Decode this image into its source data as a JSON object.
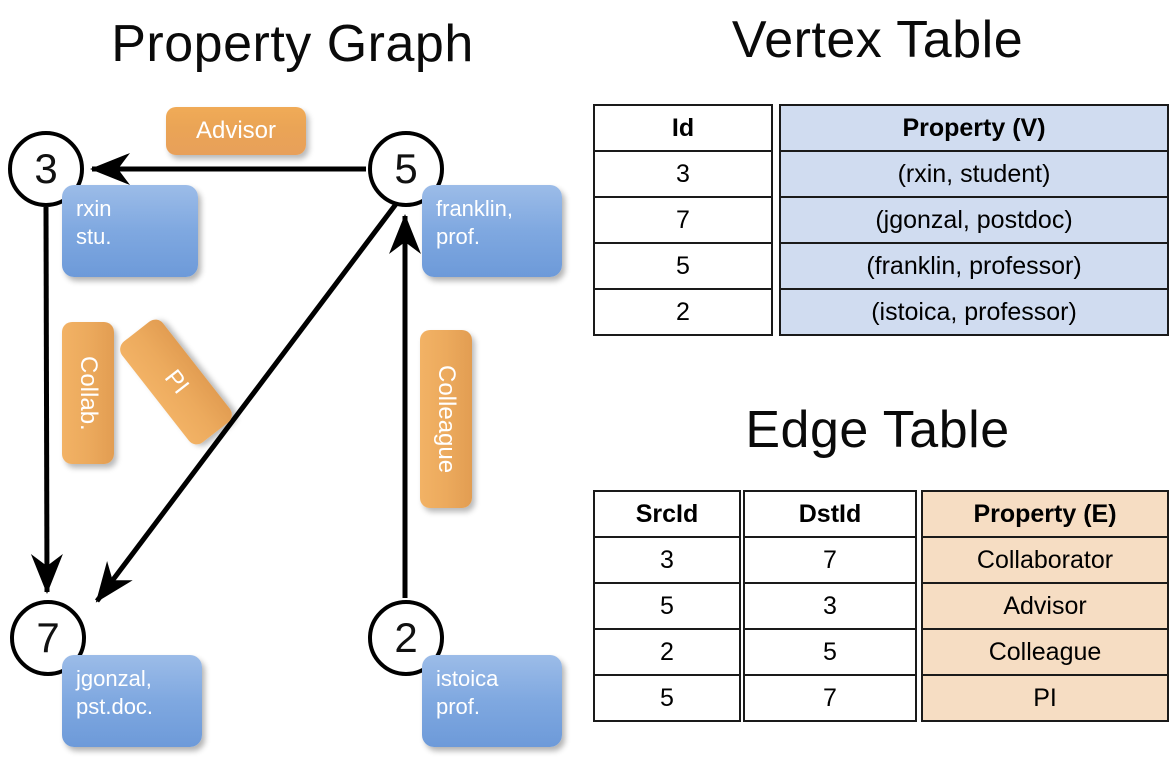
{
  "titles": {
    "property_graph": "Property Graph",
    "vertex_table": "Vertex Table",
    "edge_table": "Edge Table"
  },
  "graph": {
    "vertices": [
      {
        "id": "3",
        "property_label": "rxin\nstu."
      },
      {
        "id": "5",
        "property_label": "franklin,\nprof."
      },
      {
        "id": "7",
        "property_label": "jgonzal,\npst.doc."
      },
      {
        "id": "2",
        "property_label": "istoica\nprof."
      }
    ],
    "vertex_labels": {
      "rxin_line1": "rxin",
      "rxin_line2": "stu.",
      "franklin_line1": "franklin,",
      "franklin_line2": "prof.",
      "jgonzal_line1": "jgonzal,",
      "jgonzal_line2": "pst.doc.",
      "istoica_line1": "istoica",
      "istoica_line2": "prof."
    },
    "edge_labels": {
      "advisor": "Advisor",
      "collab": "Collab.",
      "pi": "PI",
      "colleague": "Colleague"
    },
    "edges": [
      {
        "src": "5",
        "dst": "3",
        "label": "Advisor"
      },
      {
        "src": "3",
        "dst": "7",
        "label": "Collab."
      },
      {
        "src": "5",
        "dst": "7",
        "label": "PI"
      },
      {
        "src": "2",
        "dst": "5",
        "label": "Colleague"
      }
    ]
  },
  "colors": {
    "vertex_property_blue": "#7fa8e0",
    "edge_property_orange": "#eaa456",
    "vertex_table_fill": "#d0dcf0",
    "edge_table_fill": "#f6ddc3",
    "stroke": "#000000"
  },
  "vertex_table": {
    "headers": [
      "Id",
      "Property (V)"
    ],
    "rows": [
      {
        "id": "3",
        "property": "(rxin, student)"
      },
      {
        "id": "7",
        "property": "(jgonzal, postdoc)"
      },
      {
        "id": "5",
        "property": "(franklin, professor)"
      },
      {
        "id": "2",
        "property": "(istoica, professor)"
      }
    ]
  },
  "edge_table": {
    "headers": [
      "SrcId",
      "DstId",
      "Property (E)"
    ],
    "rows": [
      {
        "src": "3",
        "dst": "7",
        "property": "Collaborator"
      },
      {
        "src": "5",
        "dst": "3",
        "property": "Advisor"
      },
      {
        "src": "2",
        "dst": "5",
        "property": "Colleague"
      },
      {
        "src": "5",
        "dst": "7",
        "property": "PI"
      }
    ]
  }
}
